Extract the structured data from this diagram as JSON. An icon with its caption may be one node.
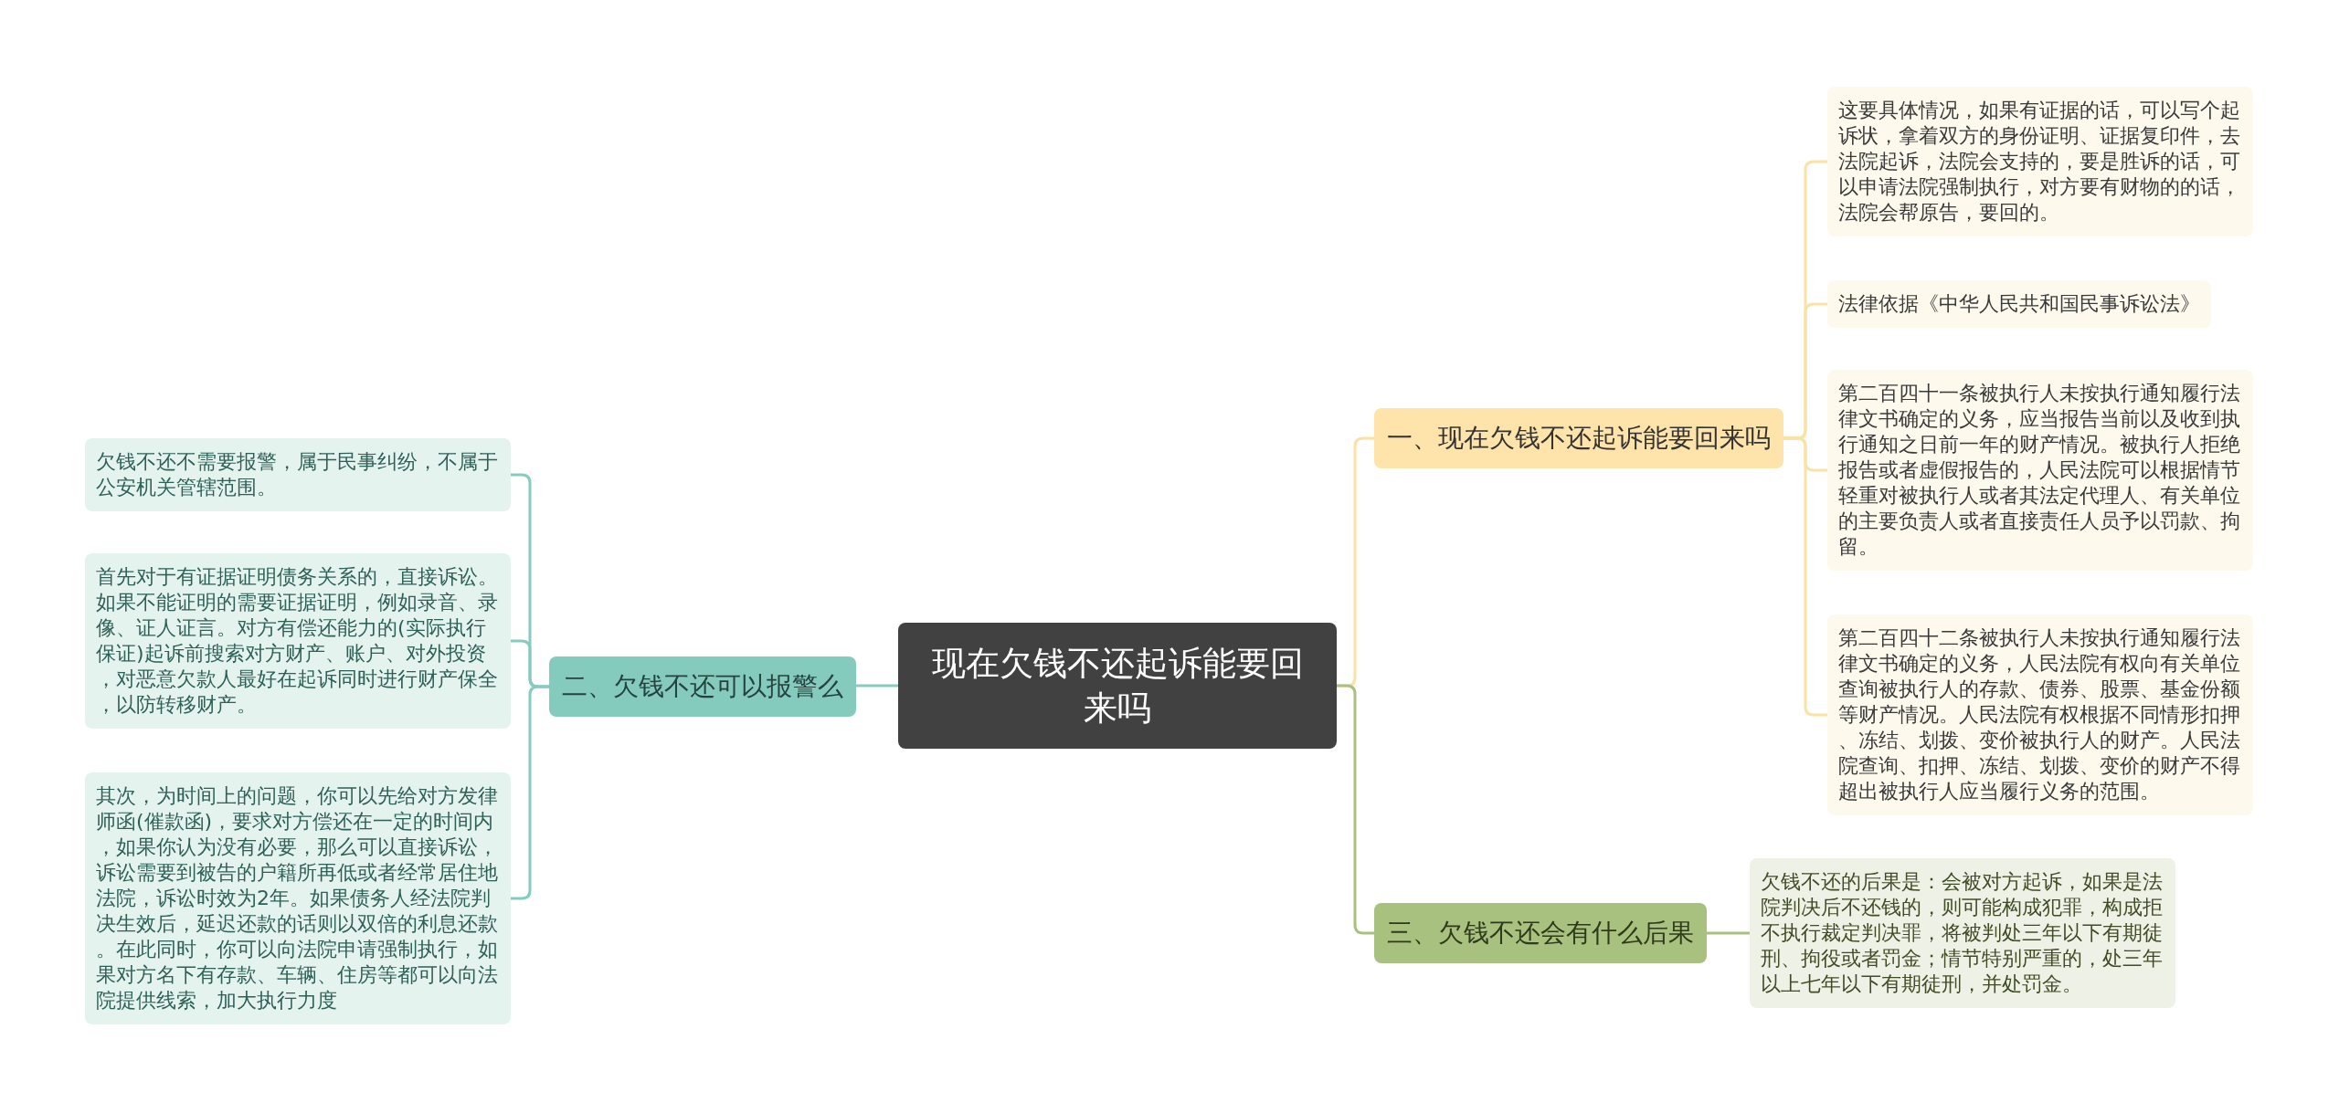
{
  "diagram": {
    "nodes": [
      {
        "text": [
          "现在欠钱不还起诉能要回来吗"
        ]
      },
      {
        "text": [
          "一、现在欠钱不还起诉能要回来吗"
        ]
      },
      {
        "text": [
          "这要具体情况，如果有证据的话，可以写个起诉状，拿着双方的身份证明、证据复印件，去法院起诉，法院会支持的，要是胜诉的话，可以申请法院强制执行，对方要有财物的的话，法院会帮原告，要回的。"
        ]
      },
      {
        "text": [
          "法律依据《中华人民共和国民事诉讼法》"
        ]
      },
      {
        "text": [
          "第二百四十一条被执行人未按执行通知履行法律文书确定的义务，应当报告当前以及收到执行通知之日前一年的财产情况。被执行人拒绝报告或者虚假报告的，人民法院可以根据情节轻重对被执行人或者其法定代理人、有关单位的主要负责人或者直接责任人员予以罚款、拘留。"
        ]
      },
      {
        "text": [
          "第二百四十二条被执行人未按执行通知履行法律文书确定的义务，人民法院有权向有关单位查询被执行人的存款、债券、股票、基金份额等财产情况。人民法院有权根据不同情形扣押、冻结、划拨、变价被执行人的财产。人民法院查询、扣押、冻结、划拨、变价的财产不得超出被执行人应当履行义务的范围。"
        ]
      },
      {
        "text": [
          "二、欠钱不还可以报警么"
        ]
      },
      {
        "text": [
          "欠钱不还不需要报警，属于民事纠纷，不属于公安机关管辖范围。"
        ]
      },
      {
        "text": [
          "首先对于有证据证明债务关系的，直接诉讼。如果不能证明的需要证据证明，例如录音、录像、证人证言。对方有偿还能力的(实际执行保证)起诉前搜索对方财产、账户、对外投资，对恶意欠款人最好在起诉同时进行财产保全，以防转移财产。"
        ]
      },
      {
        "text": [
          "其次，为时间上的问题，你可以先给对方发律师函(催款函)，要求对方偿还在一定的时间内，如果你认为没有必要，那么可以直接诉讼，诉讼需要到被告的户籍所再低或者经常居住地法院，诉讼时效为2年。如果债务人经法院判决生效后，延迟还款的话则以双倍的利息还款。在此同时，你可以向法院申请强制执行，如果对方名下有存款、车辆、住房等都可以向法院提供线索，加大执行力度"
        ]
      },
      {
        "text": [
          "三、欠钱不还会有什么后果"
        ]
      },
      {
        "text": [
          "欠钱不还的后果是：会被对方起诉，如果是法院判决后不还钱的，则可能构成犯罪，构成拒不执行裁定判决罪，将被判处三年以下有期徒刑、拘役或者罚金；情节特别严重的，处三年以上七年以下有期徒刑，并处罚金。"
        ]
      }
    ],
    "edges": [
      {
        "from": 0,
        "to": 1,
        "arrow": "none"
      },
      {
        "from": 1,
        "to": 2,
        "arrow": "none"
      },
      {
        "from": 1,
        "to": 3,
        "arrow": "none"
      },
      {
        "from": 1,
        "to": 4,
        "arrow": "none"
      },
      {
        "from": 1,
        "to": 5,
        "arrow": "none"
      },
      {
        "from": 0,
        "to": 6,
        "arrow": "none",
        "color": "#85cbbf"
      },
      {
        "from": 6,
        "to": 7,
        "arrow": "none",
        "color": "#85cbbf"
      },
      {
        "from": 6,
        "to": 8,
        "arrow": "none",
        "color": "#85cbbf"
      },
      {
        "from": 6,
        "to": 9,
        "arrow": "none",
        "color": "#85cbbf"
      },
      {
        "from": 0,
        "to": 10,
        "arrow": "none",
        "color": "#a9c07e"
      },
      {
        "from": 10,
        "to": 11,
        "arrow": "none",
        "color": "#a9c07e"
      }
    ]
  }
}
